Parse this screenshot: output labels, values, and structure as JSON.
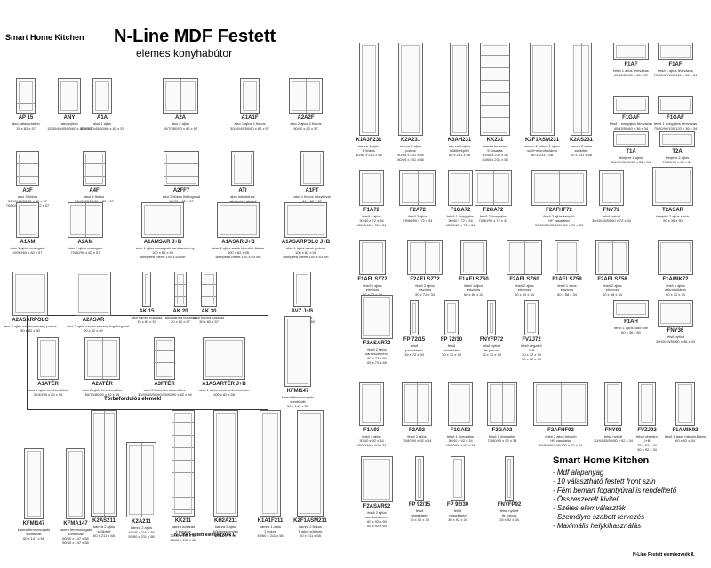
{
  "brand_left": {
    "text": "Smart Home Kitchen"
  },
  "title": "N-Line MDF Festett",
  "subtitle": "elemes konyhabútor",
  "panel_caption": "Törbefordulós elemek!",
  "footer_left": "N-Line Festett elemjegyzék I.",
  "footer_right": "N-Line Festett elemjegyzék II.",
  "features": {
    "heading": "Smart Home Kitchen",
    "items": [
      "- Mdf alapanyag",
      "- 10 választható festett front szín",
      "- Fém bemart fogantyúval is rendelhető",
      "- Összeszerelt kivitel",
      "- Széles elemválaszték",
      "- Személyre szabott tervezés",
      "- Maximális helykihasználás"
    ]
  },
  "cabinets": [
    {
      "code": "AP 15",
      "desc": "alsó palackrátartó\n15 x 82 x 57"
    },
    {
      "code": "ANY",
      "desc": "alsó nyitott\n15/30/40/45/50/60 x 82 x 57"
    },
    {
      "code": "A1A",
      "desc": "alsó 1 ajtós\n30/35/40/45/50/60 x 82 x 57"
    },
    {
      "code": "A2A",
      "desc": "alsó 2 ajtós\n60/70/80/90 x 82 x 57"
    },
    {
      "code": "A1A1F",
      "desc": "alsó 1 ajtós 1 fiókos\n30/40/45/50/60 x 82 x 57"
    },
    {
      "code": "A2A2F",
      "desc": "alsó 2 ajtós 2 fiókos\n80/90 x 82 x 57"
    },
    {
      "code": "A3F",
      "desc": "alsó 3 fiókos\n30/40/45/50/60 x 82 x 57\n70/80/90/100/120 x 82 x 57"
    },
    {
      "code": "A4F",
      "desc": "alsó 4 fiókos\n30/40/45/50/60 x 82 x 57"
    },
    {
      "code": "A2FF7",
      "desc": "alsó 2 fiókos fiókfogóval\n60/90 x 82 x 57"
    },
    {
      "code": "ATI",
      "desc": "alsó túlnyitóhoz\nrákészítés ajtóval\n60 x 82 x 57"
    },
    {
      "code": "A1FT",
      "desc": "alsó 1 fiókos túlnyitóval\n60 x 82 x 57"
    },
    {
      "code": "A1AM",
      "desc": "alsó 1 ajtós mosogató\n40/50/60 x 82 x 57"
    },
    {
      "code": "A2AM",
      "desc": "alsó 2 ajtós mosogató\n70/80/90 x 82 x 57"
    },
    {
      "code": "A1AMSAR J+B",
      "desc": "alsó 1 ajtós mosogató sarokszekrény\n100 x 82 x 55\nBeépítési méret 100 x 63 cm"
    },
    {
      "code": "A1ASAR J+B",
      "desc": "alsó 1 ajtós sarok kifordító tálcás\n100 x 82 x 55\nBeépítési méret 100 x 63 cm"
    },
    {
      "code": "A1ASARPOLC J+B",
      "desc": "alsó 1 ajtós sarok polcos\n100 x 82 x 55\nBeépítési méret 100 x 63 cm"
    },
    {
      "code": "A2ASARPOLC",
      "desc": "alsó 2 ajtós sarokszekrény polcos\n90 x 82 x 90"
    },
    {
      "code": "A2ASAR",
      "desc": "alsó 2 ajtós sarokszekrény fogóforgóval\n90 x 82 x 90"
    },
    {
      "code": "AK 15",
      "desc": "alsó kamra kosaras\n15 x 82 x 57"
    },
    {
      "code": "AK 20",
      "desc": "alsó kamra kosaras\n20 x 82 x 57"
    },
    {
      "code": "AK 30",
      "desc": "alsó kamra kosaras\n30 x 82 x 57"
    },
    {
      "code": "AVZ J+B",
      "desc": "alsó végzáró\n25/30 x 82 x 56"
    },
    {
      "code": "A1ATÉR",
      "desc": "alsó 1 ajtós térbefordulós\n30/40/50 x 82 x 56"
    },
    {
      "code": "A2ATÉR",
      "desc": "alsó 2 ajtós térbefordulós\n60/70/80/90 x 82 x 56"
    },
    {
      "code": "A3FTÉR",
      "desc": "alsó 3 fiókos térbefordulós\n30/40/45/50/60/70/80/90 x 82 x 56"
    },
    {
      "code": "A1ASARTÉR J+B",
      "desc": "alsó 1 ajtós sarok térbefordulós\n100 x 82 x 56"
    },
    {
      "code": "KFMI147",
      "desc": "kamra fémmosogató\nkombinált\n60 x 147 x 58"
    },
    {
      "code": "KFMI147",
      "desc": "kamra fémmosogató\nkombinált\n60 x 147 x 58"
    },
    {
      "code": "KFMA147",
      "desc": "kamra fémmosogató\nkombinált\n60/40 x 147 x 58\n50/60 x 147 x 58"
    },
    {
      "code": "K2AS211",
      "desc": "kamra 2 ajtós\nszűkített\n60 x 211 x 58"
    },
    {
      "code": "K2A211",
      "desc": "kamra 2 ajtós\n40/45 x 211 x 58\n50/60 x 211 x 58"
    },
    {
      "code": "KK211",
      "desc": "kamra kosaras\n4 kosaras\n30/40 x 211 x 58\n45/60 x 211 x 58"
    },
    {
      "code": "KH2A211",
      "desc": "kamra 2 ajtós\nhűtőszekrényes\n60 x 211 x 58"
    },
    {
      "code": "K1A1F211",
      "desc": "kamra 1 ajtós\n1 fiókos\n40/60 x 211 x 58"
    },
    {
      "code": "K2F1ASM211",
      "desc": "kamra 2 fiókos\n1 ajtós sütőnek\n60 x 211 x 58"
    },
    {
      "code": "K1A3F231",
      "desc": "kamra 1 ajtós\n3 fiókos\n40/60 x 231 x 58"
    },
    {
      "code": "K2A231",
      "desc": "kamra 2 ajtós\npolcos\n40/45 x 231 x 58\n50/60 x 231 x 58"
    },
    {
      "code": "K3AH231",
      "desc": "kamra 3 ajtós\nhűtőbeépítő\n60 x 231 x 58"
    },
    {
      "code": "KK231",
      "desc": "kamra kosaras\n5 kosaras\n30/40 x 231 x 58\n45/60 x 231 x 58"
    },
    {
      "code": "K2F1ASM231",
      "desc": "kamra 2 fiókos 1 ajtós\nsütő+mikrohullámú\n60 x 231 x 58"
    },
    {
      "code": "K2AS231",
      "desc": "kamra 2 ajtós\nszűkített\n60 x 231 x 58"
    },
    {
      "code": "F1AF",
      "desc": "felső 1 ajtós fémvázas\n40/45/50/60 x 36 x 37"
    },
    {
      "code": "F1AF",
      "desc": "felső 1 ajtós fémvázas\n70/80/90/100/120 x 36 x 34"
    },
    {
      "code": "F1GAF",
      "desc": "felső 1 üvegajtós fémvázas\n40/45/50/60 x 36 x 34"
    },
    {
      "code": "F1GAF",
      "desc": "felső 1 üvegajtós fémvázas\n70/80/90/100/120 x 36 x 34"
    },
    {
      "code": "T1A",
      "desc": "tetejére 1 ajtós\n30/40/45/50/60 x 35 x 34"
    },
    {
      "code": "T2A",
      "desc": "tetejére 2 ajtós\n70/80/90 x 35 x 34"
    },
    {
      "code": "F1A72",
      "desc": "felső 1 ajtós\n30/40 x 72 x 34\n45/50/60 x 72 x 34"
    },
    {
      "code": "F2A72",
      "desc": "felső 2 ajtós\n70/80/90 x 72 x 34"
    },
    {
      "code": "F1GA72",
      "desc": "felső 1 üvegajtós\n30/40 x 72 x 34\n45/50/60 x 72 x 34"
    },
    {
      "code": "F2GA72",
      "desc": "felső 2 üvegajtós\n70/80/90 x 72 x 34"
    },
    {
      "code": "F2AFHF72",
      "desc": "felső 2 ajtós felnyíló\nHF vasalattal\n50/60/80/90/100/120 x 72 x 34"
    },
    {
      "code": "FNY72",
      "desc": "felső nyitott\n30/40/45/50/60 x 72 x 34"
    },
    {
      "code": "T2ASAR",
      "desc": "tetejére 2 ajtós sarok\n90 x 35 x 90"
    },
    {
      "code": "F1AELSZ72",
      "desc": "felső 1 ajtós\nelszívós\n60 x 72 x 34"
    },
    {
      "code": "F2AELSZ72",
      "desc": "felső 2 ajtós\nelszívós\n90 x 72 x 34"
    },
    {
      "code": "F1AELSZ60",
      "desc": "felső 1 ajtós\nelszívós\n60 x 60 x 34"
    },
    {
      "code": "F2AELSZ60",
      "desc": "felső 2 ajtós\nelszívós\n90 x 60 x 34"
    },
    {
      "code": "F1AELSZ58",
      "desc": "felső 1 ajtós\nelszívós\n60 x 58 x 34"
    },
    {
      "code": "F2AELSZ58",
      "desc": "felső 2 ajtós\nelszívós\n60 x 58 x 34"
    },
    {
      "code": "F1AMIK72",
      "desc": "felső 1 ajtós\nmikrohullámú\n60 x 72 x 34"
    },
    {
      "code": "F2ASAR72",
      "desc": "felső 2 ajtós\nsarokszekrény\n60 x 72 x 60\n65 x 72 x 65"
    },
    {
      "code": "FP 72/15",
      "desc": "felső\npalacktartó\n15 x 72 x 34"
    },
    {
      "code": "FP 72/30",
      "desc": "felső\npalacktartó\n30 x 72 x 34"
    },
    {
      "code": "FNYFP72",
      "desc": "felső nyitott\nfix polcos\n15 x 72 x 34"
    },
    {
      "code": "FVZJ72",
      "desc": "felső végzáró\nJ+B\n20 x 72 x 34\n30 x 72 x 34"
    },
    {
      "code": "F1AH",
      "desc": "felső 1 ajtós hűtő fölé\n60 x 36 x 60"
    },
    {
      "code": "FNY36",
      "desc": "felső nyitott\n30/40/45/50/60 x 36 x 34"
    },
    {
      "code": "F1A92",
      "desc": "felső 1 ajtós\n30/40 x 92 x 34\n45/50/60 x 92 x 34"
    },
    {
      "code": "F2A92",
      "desc": "felső 2 ajtós\n70/80/90 x 92 x 34"
    },
    {
      "code": "F1GA92",
      "desc": "felső 1 üvegajtós\n30/40 x 92 x 34\n45/50/60 x 92 x 34"
    },
    {
      "code": "F2GA92",
      "desc": "felső 2 üvegajtós\n70/80/90 x 92 x 34"
    },
    {
      "code": "F2AFHF92",
      "desc": "felső 2 ajtós felnyíló\nHF vasalattal\n60/80/90/100/120 x 92 x 34"
    },
    {
      "code": "FNY92",
      "desc": "felső nyitott\n30/40/45/50/60 x 92 x 34"
    },
    {
      "code": "FVZJ92",
      "desc": "felső végzáró\nJ+B\n25 x 92 x 34\n30 x 92 x 34"
    },
    {
      "code": "F1AMIK92",
      "desc": "felső 1 ajtós mikrohullámú\n60 x 92 x 34"
    },
    {
      "code": "F2ASAR92",
      "desc": "felső 2 ajtós\nsarokszekrény\n60 x 92 x 60\n65 x 92 x 65"
    },
    {
      "code": "FP 92/15",
      "desc": "felső\npalacktartó\n15 x 92 x 34"
    },
    {
      "code": "FP 92/30",
      "desc": "felső\npalacktartó\n30 x 92 x 34"
    },
    {
      "code": "FNYFP92",
      "desc": "felső nyitott\nfix polcos\n15 x 92 x 34"
    }
  ]
}
